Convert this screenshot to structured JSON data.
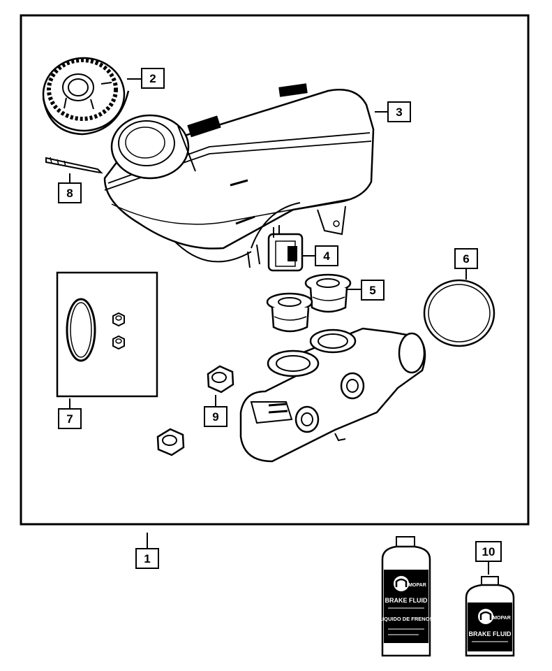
{
  "callouts": {
    "c1": "1",
    "c2": "2",
    "c3": "3",
    "c4": "4",
    "c5": "5",
    "c6": "6",
    "c7": "7",
    "c8": "8",
    "c9": "9",
    "c10": "10"
  },
  "bottles": {
    "large": {
      "brand": "MOPAR",
      "line1": "BRAKE FLUID",
      "line2": "LIQUIDO DE FRENOS"
    },
    "small": {
      "brand": "MOPAR",
      "line1": "BRAKE FLUID"
    }
  },
  "colors": {
    "ink": "#000000",
    "paper": "#ffffff"
  }
}
